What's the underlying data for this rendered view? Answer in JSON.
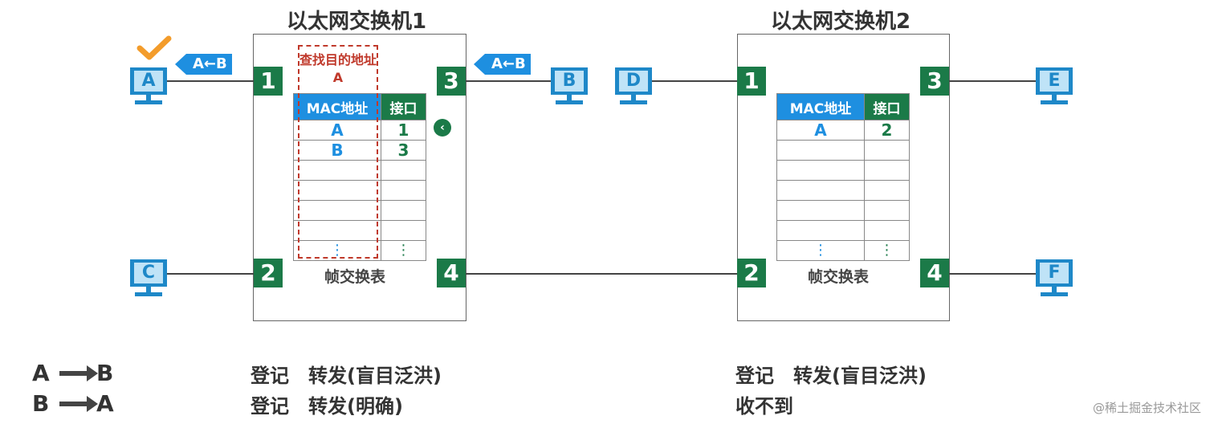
{
  "switch1": {
    "title": "以太网交换机1",
    "ports": [
      "1",
      "2",
      "3",
      "4"
    ],
    "table": {
      "headers": [
        "MAC地址",
        "接口"
      ],
      "rows": [
        [
          "A",
          "1"
        ],
        [
          "B",
          "3"
        ],
        [
          "",
          ""
        ],
        [
          "",
          ""
        ],
        [
          "",
          ""
        ],
        [
          "",
          ""
        ]
      ],
      "more": [
        "⋮",
        "⋮"
      ],
      "label": "帧交换表"
    },
    "lookup_note": "查找目的地址A"
  },
  "switch2": {
    "title": "以太网交换机2",
    "ports": [
      "1",
      "2",
      "3",
      "4"
    ],
    "table": {
      "headers": [
        "MAC地址",
        "接口"
      ],
      "rows": [
        [
          "A",
          "2"
        ],
        [
          "",
          ""
        ],
        [
          "",
          ""
        ],
        [
          "",
          ""
        ],
        [
          "",
          ""
        ],
        [
          "",
          ""
        ]
      ],
      "more": [
        "⋮",
        "⋮"
      ],
      "label": "帧交换表"
    }
  },
  "hosts": {
    "a": "A",
    "b": "B",
    "c": "C",
    "d": "D",
    "e": "E",
    "f": "F"
  },
  "frames": {
    "near_a": "A←B",
    "near_b": "A←B"
  },
  "flows": [
    {
      "label": "A ➞ B",
      "switch1": "登记　转发(盲目泛洪)",
      "switch2": "登记　转发(盲目泛洪)"
    },
    {
      "label": "B ➞ A",
      "switch1": "登记　转发(明确)",
      "switch2": "收不到"
    }
  ],
  "flow_from": [
    "A",
    "B"
  ],
  "flow_to": [
    "B",
    "A"
  ],
  "check_icon": "check-icon",
  "back_icon": "chevron-left-icon",
  "watermark": "@稀土掘金技术社区",
  "colors": {
    "host": "#1e88c8",
    "port": "#1b7a48",
    "mac_header": "#1e8fe0",
    "lookup": "#c0392b",
    "check": "#f39c2b"
  }
}
